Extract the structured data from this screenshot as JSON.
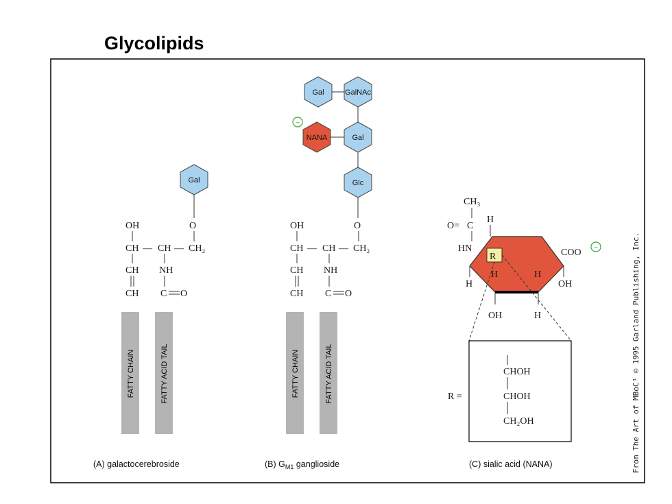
{
  "title": "Glycolipids",
  "credit": "From The Art of MBoC³ © 1995 Garland Publishing, Inc.",
  "colors": {
    "sugar_blue": "#a9d2ee",
    "sialic_red": "#e0553b",
    "chain_gray": "#b4b4b4",
    "highlight_yellow": "#f7eda4",
    "r_red": "#d2342a",
    "charge_green": "#3fa33b"
  },
  "panel_a": {
    "caption": "(A) galactocerebroside",
    "sugar": "Gal",
    "atoms": {
      "o": "O",
      "oh": "OH",
      "ch1": "CH",
      "ch_mid": "CH",
      "ch2": "CH₂",
      "ch3": "CH",
      "ch4": "CH",
      "nh": "NH",
      "c": "C",
      "c_o": "O",
      "sep1": "—",
      "sep2": "—"
    },
    "chain_label": "FATTY CHAIN",
    "tail_label": "FATTY ACID TAIL"
  },
  "panel_b": {
    "caption_prefix": "(B) G",
    "caption_sub": "M1",
    "caption_suffix": " ganglioside",
    "sugars": {
      "gal_top": "Gal",
      "galnac": "GalNAc",
      "nana": "NANA",
      "gal_mid": "Gal",
      "glc": "Glc"
    },
    "charge": "−",
    "atoms": {
      "o": "O",
      "oh": "OH",
      "ch1": "CH",
      "ch_mid": "CH",
      "ch2": "CH₂",
      "ch3": "CH",
      "ch4": "CH",
      "nh": "NH",
      "c": "C",
      "c_o": "O",
      "sep1": "—",
      "sep2": "—"
    },
    "chain_label": "FATTY CHAIN",
    "tail_label": "FATTY ACID TAIL"
  },
  "panel_c": {
    "caption": "(C) sialic acid (NANA)",
    "atoms": {
      "ch3": "CH₃",
      "o": "O=",
      "c": "C",
      "h_top": "H",
      "hn": "HN",
      "r": "R",
      "coo": "COO",
      "h_left": "H",
      "h_in1": "H",
      "h_in2": "H",
      "oh_right": "OH",
      "oh_bottom": "OH",
      "h_bottom": "H"
    },
    "charge": "−",
    "r_eq": "R =",
    "r_group": [
      "CHOH",
      "CHOH",
      "CH₂OH"
    ]
  }
}
